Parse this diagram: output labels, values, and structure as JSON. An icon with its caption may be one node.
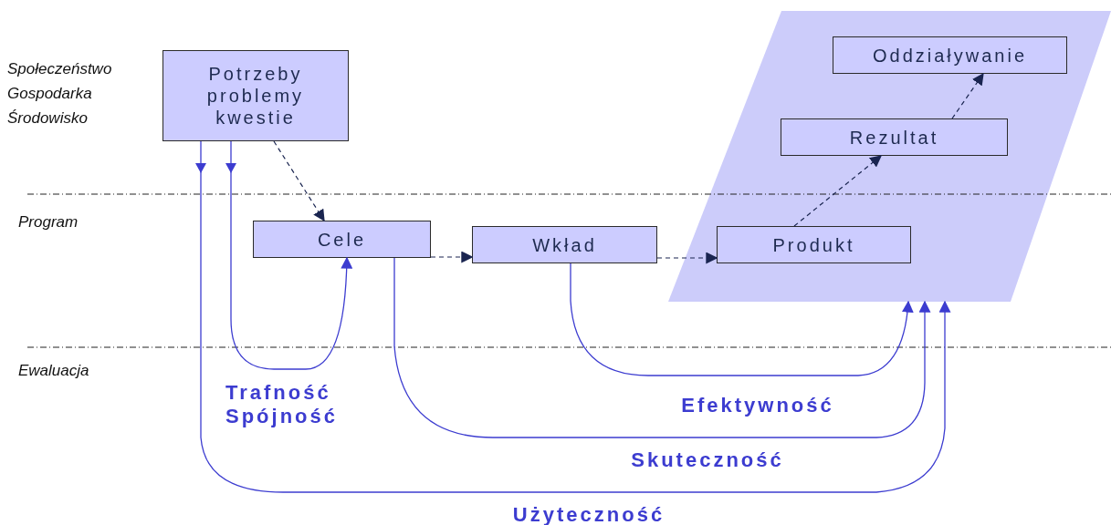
{
  "diagram": {
    "nodes": [
      {
        "text": [
          "Potrzeby problemy kwestie"
        ]
      },
      {
        "text": [
          "Cele"
        ]
      },
      {
        "text": [
          "Wkład"
        ]
      },
      {
        "text": [],
        "shape": "parallelogram"
      },
      {
        "text": [
          "Produkt"
        ],
        "in": 3
      },
      {
        "text": [
          "Rezultat"
        ],
        "in": 3
      },
      {
        "text": [
          "Oddziaływanie"
        ],
        "in": 3
      }
    ],
    "edges": [
      {
        "from": 0,
        "to": 1,
        "arrow": "to",
        "style": "dashed"
      },
      {
        "from": 1,
        "to": 2,
        "arrow": "to",
        "style": "dashed"
      },
      {
        "from": 2,
        "to": 4,
        "arrow": "to",
        "style": "dashed"
      },
      {
        "from": 4,
        "to": 5,
        "arrow": "to",
        "style": "dashed"
      },
      {
        "from": 5,
        "to": 6,
        "arrow": "to",
        "style": "dashed"
      },
      {
        "from": 0,
        "to": 1,
        "arrow": "to",
        "label": "Trafność Spójność",
        "color": "#3c3cd0"
      },
      {
        "from": 2,
        "to": 3,
        "arrow": "to",
        "label": "Efektywność",
        "color": "#3c3cd0"
      },
      {
        "from": 1,
        "to": 3,
        "arrow": "to",
        "label": "Skuteczność",
        "color": "#3c3cd0"
      },
      {
        "from": 0,
        "to": 3,
        "arrow": "to",
        "label": "Użyteczność",
        "color": "#3c3cd0"
      }
    ],
    "labels": [
      "Społeczeństwo",
      "Gospodarka",
      "Środowisko",
      "Program",
      "Ewaluacja"
    ]
  }
}
